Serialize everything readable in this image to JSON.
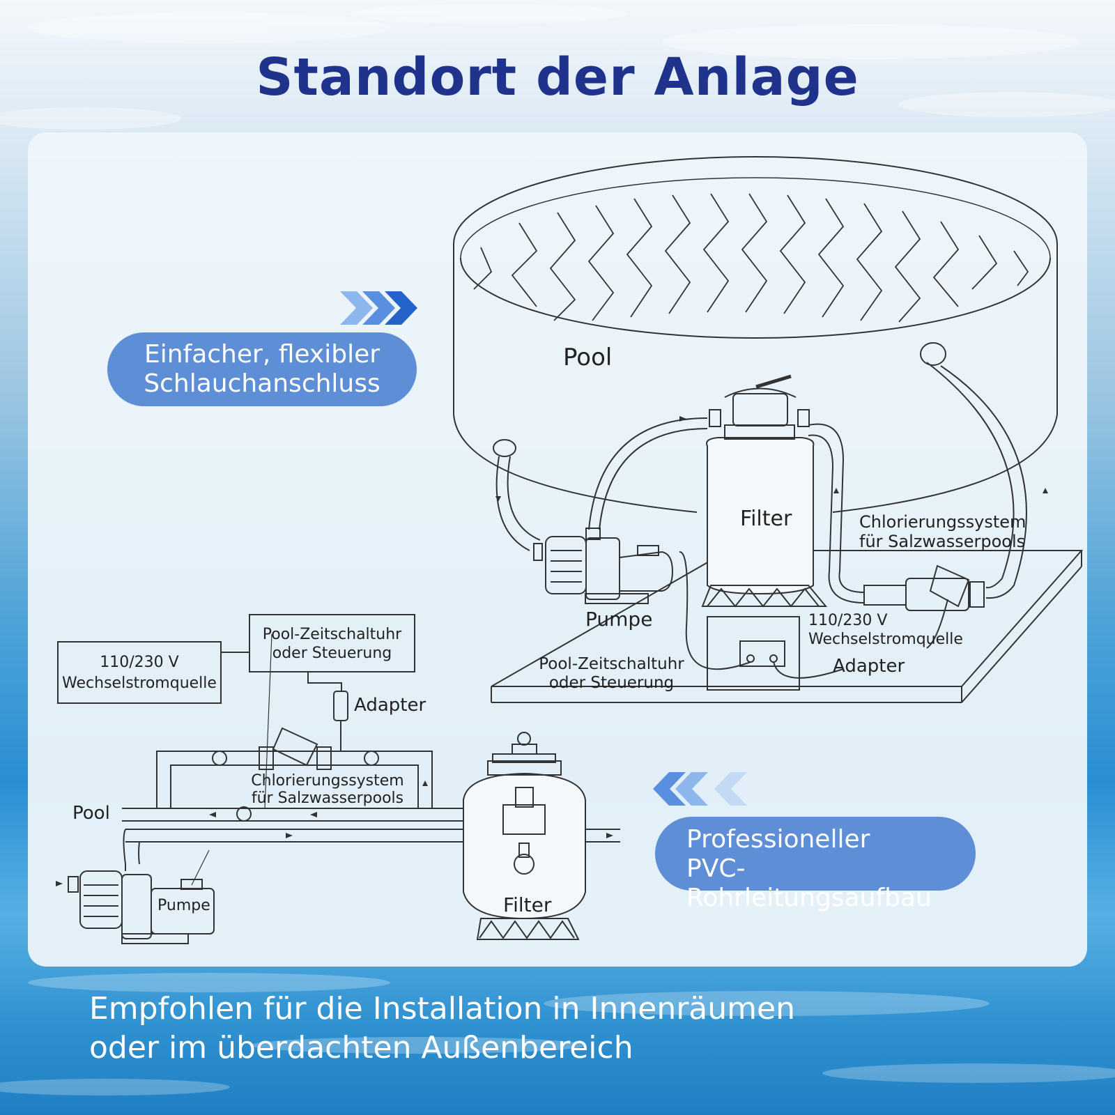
{
  "title": "Standort der Anlage",
  "callouts": {
    "hose": [
      "Einfacher, flexibler",
      "Schlauchanschluss"
    ],
    "pvc": [
      "Professioneller",
      "PVC-Rohrleitungsaufbau"
    ]
  },
  "footer": [
    "Empfohlen für die Installation in Innenräumen",
    "oder im überdachten Außenbereich"
  ],
  "top_diagram": {
    "pool": "Pool",
    "filter": "Filter",
    "chlorination": [
      "Chlorierungssystem",
      "für Salzwasserpools"
    ],
    "pump": "Pumpe",
    "power": [
      "110/230 V",
      "Wechselstromquelle"
    ],
    "adapter": "Adapter",
    "timer": [
      "Pool-Zeitschaltuhr",
      "oder Steuerung"
    ]
  },
  "bottom_diagram": {
    "power": [
      "110/230 V",
      "Wechselstromquelle"
    ],
    "timer": [
      "Pool-Zeitschaltuhr",
      "oder Steuerung"
    ],
    "adapter": "Adapter",
    "chlorination": [
      "Chlorierungssystem",
      "für Salzwasserpools"
    ],
    "pool": "Pool",
    "pump": "Pumpe",
    "filter": "Filter"
  },
  "colors": {
    "title": "#20338c",
    "pill": "#5e8ed6",
    "arrow_dark": "#2463c9",
    "arrow_light": "#8db6ec",
    "line": "#333333"
  },
  "icons": [
    "chevron-right-icon",
    "chevron-left-icon"
  ]
}
